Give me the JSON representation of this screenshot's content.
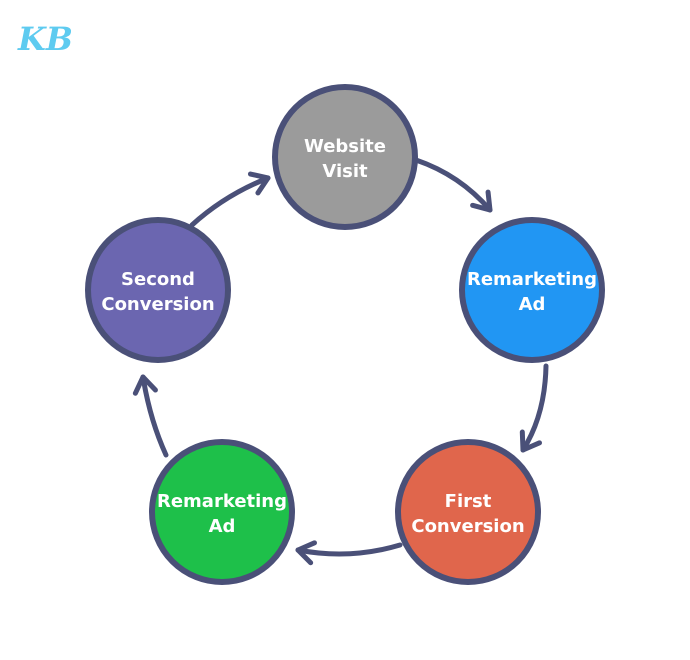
{
  "logo": {
    "text": "KB",
    "color": "#5ecbf0"
  },
  "diagram": {
    "stroke_color": "#4a5078",
    "nodes": [
      {
        "id": "website-visit",
        "lines": [
          "Website",
          "Visit"
        ],
        "color": "#9b9b9b"
      },
      {
        "id": "remarketing-ad-1",
        "lines": [
          "Remarketing",
          "Ad"
        ],
        "color": "#2196f3"
      },
      {
        "id": "first-conversion",
        "lines": [
          "First",
          "Conversion"
        ],
        "color": "#e0664c"
      },
      {
        "id": "remarketing-ad-2",
        "lines": [
          "Remarketing",
          "Ad"
        ],
        "color": "#1ec04a"
      },
      {
        "id": "second-conversion",
        "lines": [
          "Second",
          "Conversion"
        ],
        "color": "#6b66b0"
      }
    ],
    "edges": [
      {
        "from": "website-visit",
        "to": "remarketing-ad-1"
      },
      {
        "from": "remarketing-ad-1",
        "to": "first-conversion"
      },
      {
        "from": "first-conversion",
        "to": "remarketing-ad-2"
      },
      {
        "from": "remarketing-ad-2",
        "to": "second-conversion"
      },
      {
        "from": "second-conversion",
        "to": "website-visit"
      }
    ]
  }
}
